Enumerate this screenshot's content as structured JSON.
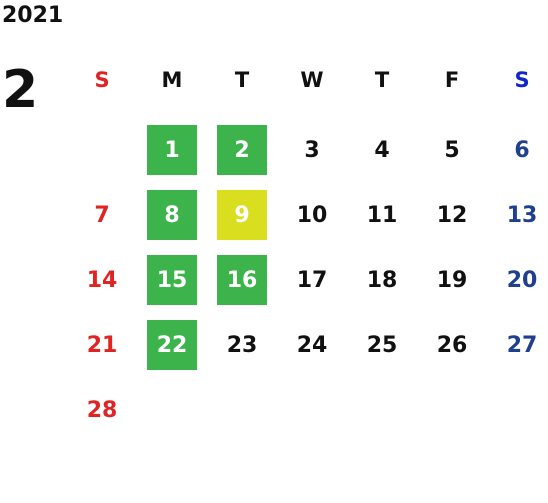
{
  "year": "2021",
  "month": "2",
  "weekday_headers": [
    "S",
    "M",
    "T",
    "W",
    "T",
    "F",
    "S"
  ],
  "colors": {
    "sunday": "#e02323",
    "saturday": "#1f3f8f",
    "saturday_header": "#1226c8",
    "highlight_green": "#3cb44b",
    "highlight_yellow": "#d9df1f"
  },
  "days": [
    {
      "label": "1",
      "highlight": "green"
    },
    {
      "label": "2",
      "highlight": "green"
    },
    {
      "label": "3"
    },
    {
      "label": "4"
    },
    {
      "label": "5"
    },
    {
      "label": "6"
    },
    {
      "label": "7"
    },
    {
      "label": "8",
      "highlight": "green"
    },
    {
      "label": "9",
      "highlight": "yellow"
    },
    {
      "label": "10"
    },
    {
      "label": "11"
    },
    {
      "label": "12"
    },
    {
      "label": "13"
    },
    {
      "label": "14"
    },
    {
      "label": "15",
      "highlight": "green"
    },
    {
      "label": "16",
      "highlight": "green"
    },
    {
      "label": "17"
    },
    {
      "label": "18"
    },
    {
      "label": "19"
    },
    {
      "label": "20"
    },
    {
      "label": "21"
    },
    {
      "label": "22",
      "highlight": "green"
    },
    {
      "label": "23"
    },
    {
      "label": "24"
    },
    {
      "label": "25"
    },
    {
      "label": "26"
    },
    {
      "label": "27"
    },
    {
      "label": "28"
    }
  ]
}
